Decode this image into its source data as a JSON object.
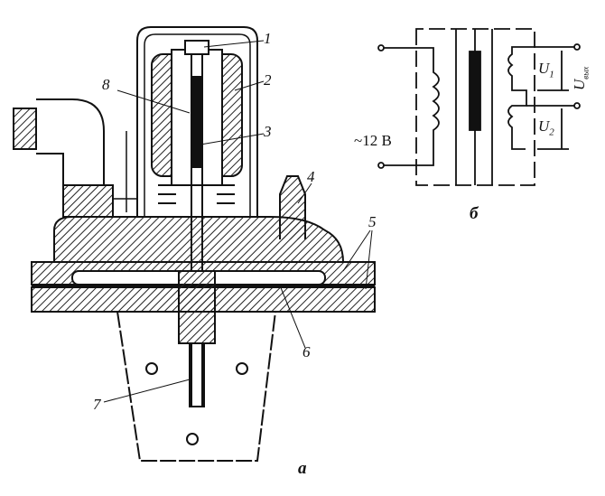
{
  "callouts": {
    "c1": "1",
    "c2": "2",
    "c3": "3",
    "c4": "4",
    "c5": "5",
    "c6": "6",
    "c7": "7",
    "c8": "8"
  },
  "figure_a_label": "а",
  "figure_b_label": "б",
  "schematic": {
    "input_voltage": "~12 В",
    "u1": "U",
    "u1_sub": "1",
    "u2": "U",
    "u2_sub": "2",
    "uout": "U",
    "uout_sub": "вых"
  }
}
